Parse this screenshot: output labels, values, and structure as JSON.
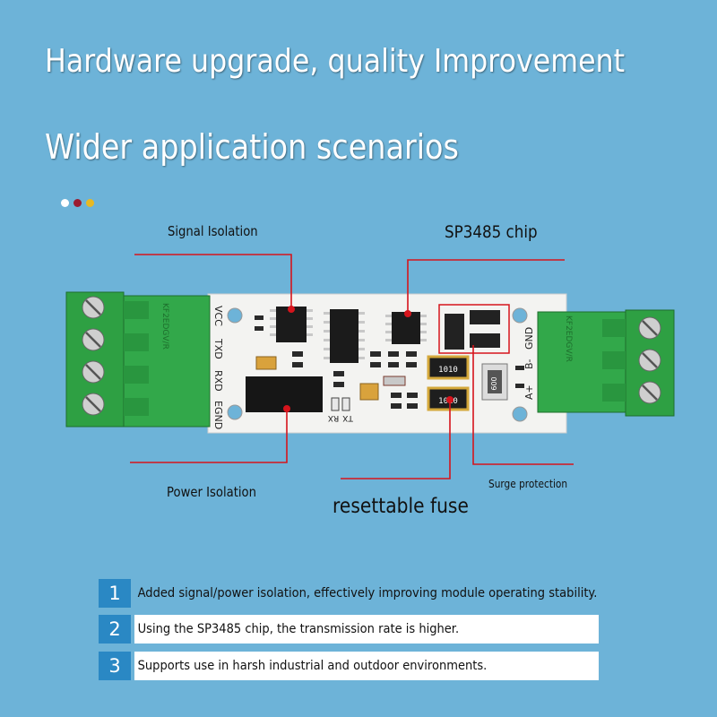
{
  "headline": {
    "line1": "Hardware upgrade, quality Improvement",
    "line2": "Wider application scenarios"
  },
  "dots": [
    {
      "color": "#ffffff"
    },
    {
      "color": "#9b1b30"
    },
    {
      "color": "#e8b923"
    }
  ],
  "callouts": {
    "signal_isolation": "Signal Isolation",
    "sp3485_chip": "SP3485 chip",
    "power_isolation": "Power Isolation",
    "resettable_fuse": "resettable fuse",
    "surge_protection": "Surge protection"
  },
  "board": {
    "left_pins": [
      "VCC",
      "TXD",
      "RXD",
      "EGND"
    ],
    "right_pins": [
      "B-",
      "GND",
      "A+"
    ],
    "led_labels": [
      "TX",
      "RX"
    ],
    "fuse_code": "1010",
    "inductor_code": "600",
    "terminal_text": "KF2EDGV/R"
  },
  "features": [
    {
      "num": "1",
      "text": "Added signal/power isolation, effectively improving module operating stability."
    },
    {
      "num": "2",
      "text": "Using the SP3485 chip, the transmission rate is higher."
    },
    {
      "num": "3",
      "text": "Supports use in harsh industrial and outdoor environments."
    }
  ],
  "colors": {
    "background": "#6db3d8",
    "accent_blue": "#2a88c4",
    "callout_red": "#d6141c",
    "terminal_green": "#2ea043",
    "pcb_white": "#f3f3f1"
  }
}
